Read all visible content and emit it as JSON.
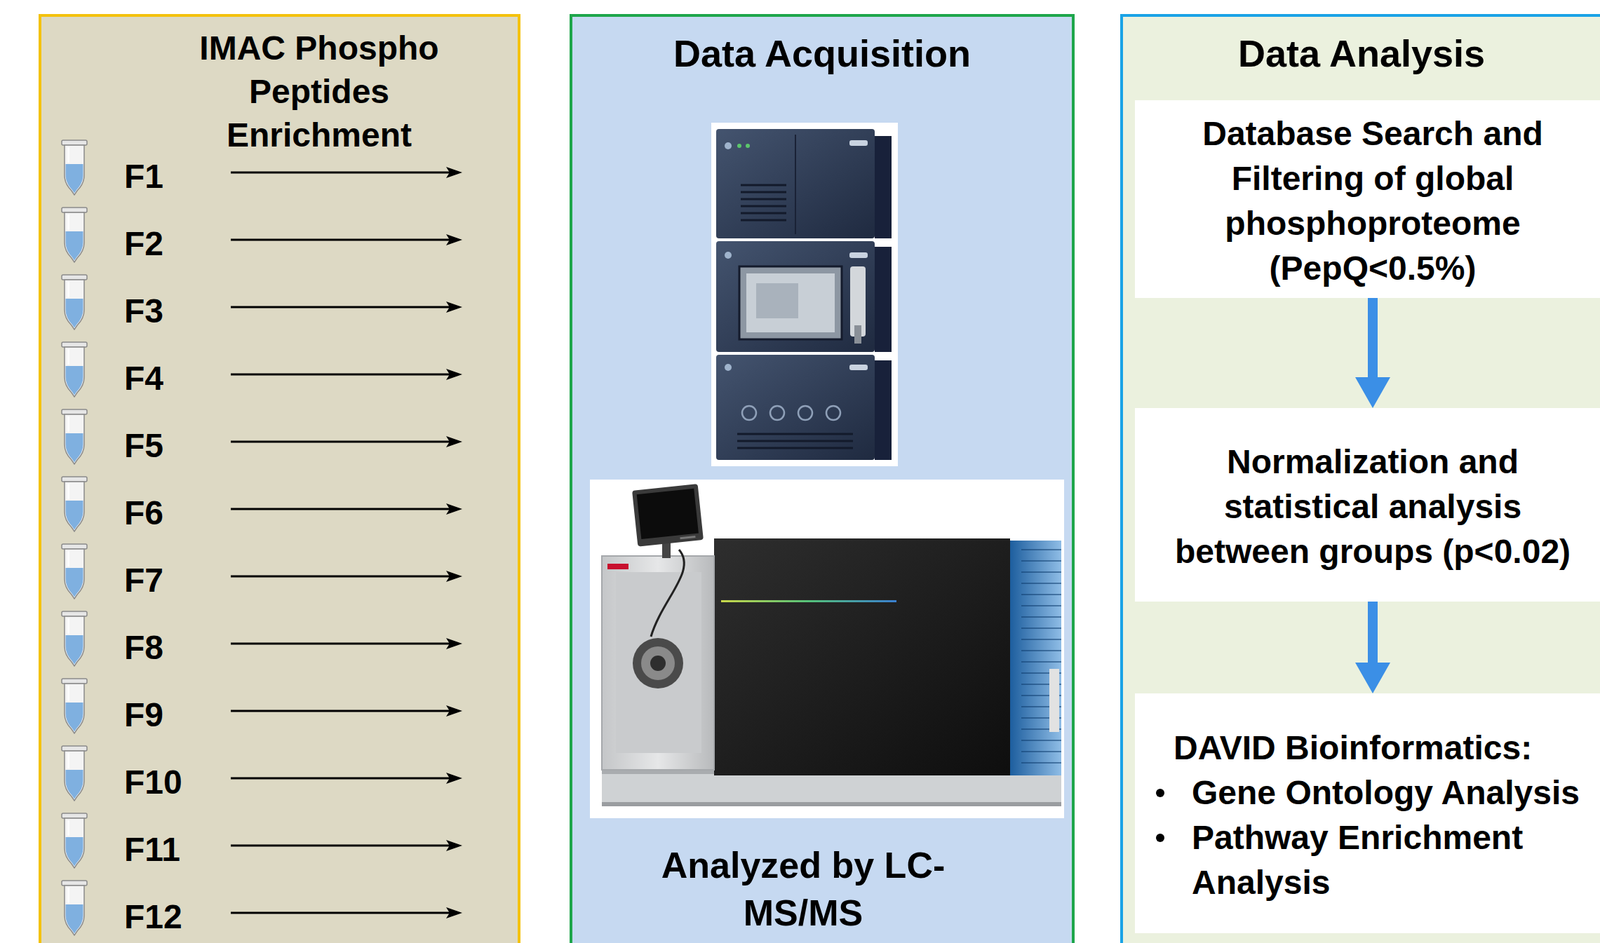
{
  "diagram": {
    "nodes": [
      {
        "text": [
          "IMAC Phospho Peptides Enrichment"
        ]
      },
      {
        "text": [
          "Data Acquisition",
          "Analyzed by LC-MS/MS"
        ]
      },
      {
        "text": [
          "Data Analysis"
        ]
      },
      {
        "text": [
          "Database Search and Filtering of global phosphoproteome (PepQ<0.5%)"
        ],
        "in": 2
      },
      {
        "text": [
          "Normalization and statistical analysis between groups (p<0.02)"
        ],
        "in": 2
      },
      {
        "text": [
          "DAVID Bioinformatics:",
          "Gene Ontology Analysis",
          "Pathway Enrichment Analysis"
        ],
        "in": 2
      }
    ],
    "edges": [
      {
        "from": 3,
        "to": 4,
        "arrow": "to"
      },
      {
        "from": 4,
        "to": 5,
        "arrow": "to"
      }
    ],
    "labels": [
      "F1",
      "F2",
      "F3",
      "F4",
      "F5",
      "F6",
      "F7",
      "F8",
      "F9",
      "F10",
      "F11",
      "F12"
    ]
  }
}
